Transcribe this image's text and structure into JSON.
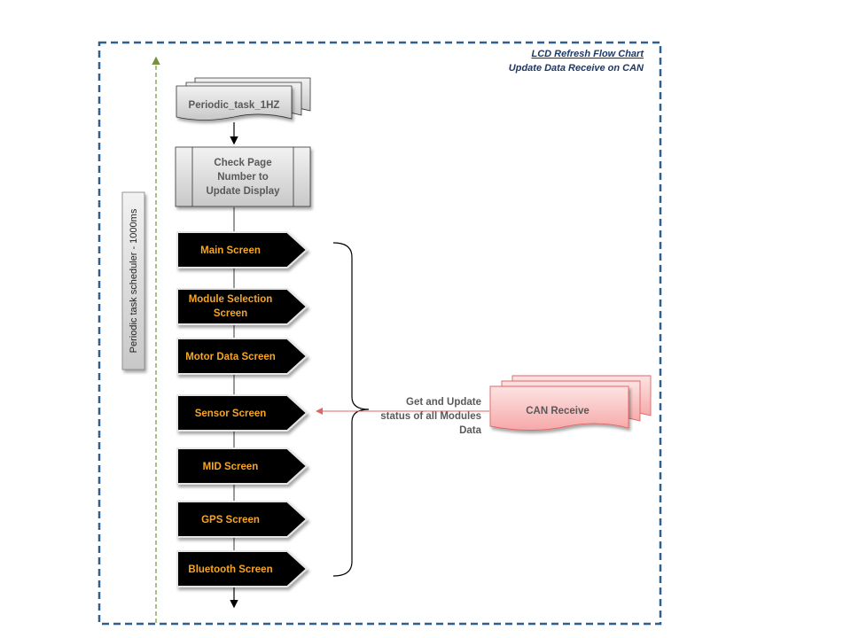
{
  "header": {
    "title": "LCD Refresh Flow Chart",
    "subtitle": "Update Data Receive on CAN"
  },
  "scheduler_label": "Periodic task scheduler - 1000ms",
  "periodic_task": "Periodic_task_1HZ",
  "check_page": [
    "Check Page",
    "Number to",
    "Update Display"
  ],
  "screens": [
    [
      "Main Screen"
    ],
    [
      "Module Selection",
      "Screen"
    ],
    [
      "Motor Data Screen"
    ],
    [
      "Sensor Screen"
    ],
    [
      "MID Screen"
    ],
    [
      "GPS Screen"
    ],
    [
      "Bluetooth Screen"
    ]
  ],
  "update_note": [
    "Get and Update",
    "status of all Modules",
    "Data"
  ],
  "can_receive": "CAN Receive",
  "colors": {
    "frame": "#2e5f8e",
    "title": "#1f3864",
    "screen_fill": "#000000",
    "screen_text": "#f5a623",
    "gray_box": "#d9d9d9",
    "can_fill": "#f8b4b4",
    "can_stroke": "#e06666",
    "timeline": "#76923c"
  }
}
